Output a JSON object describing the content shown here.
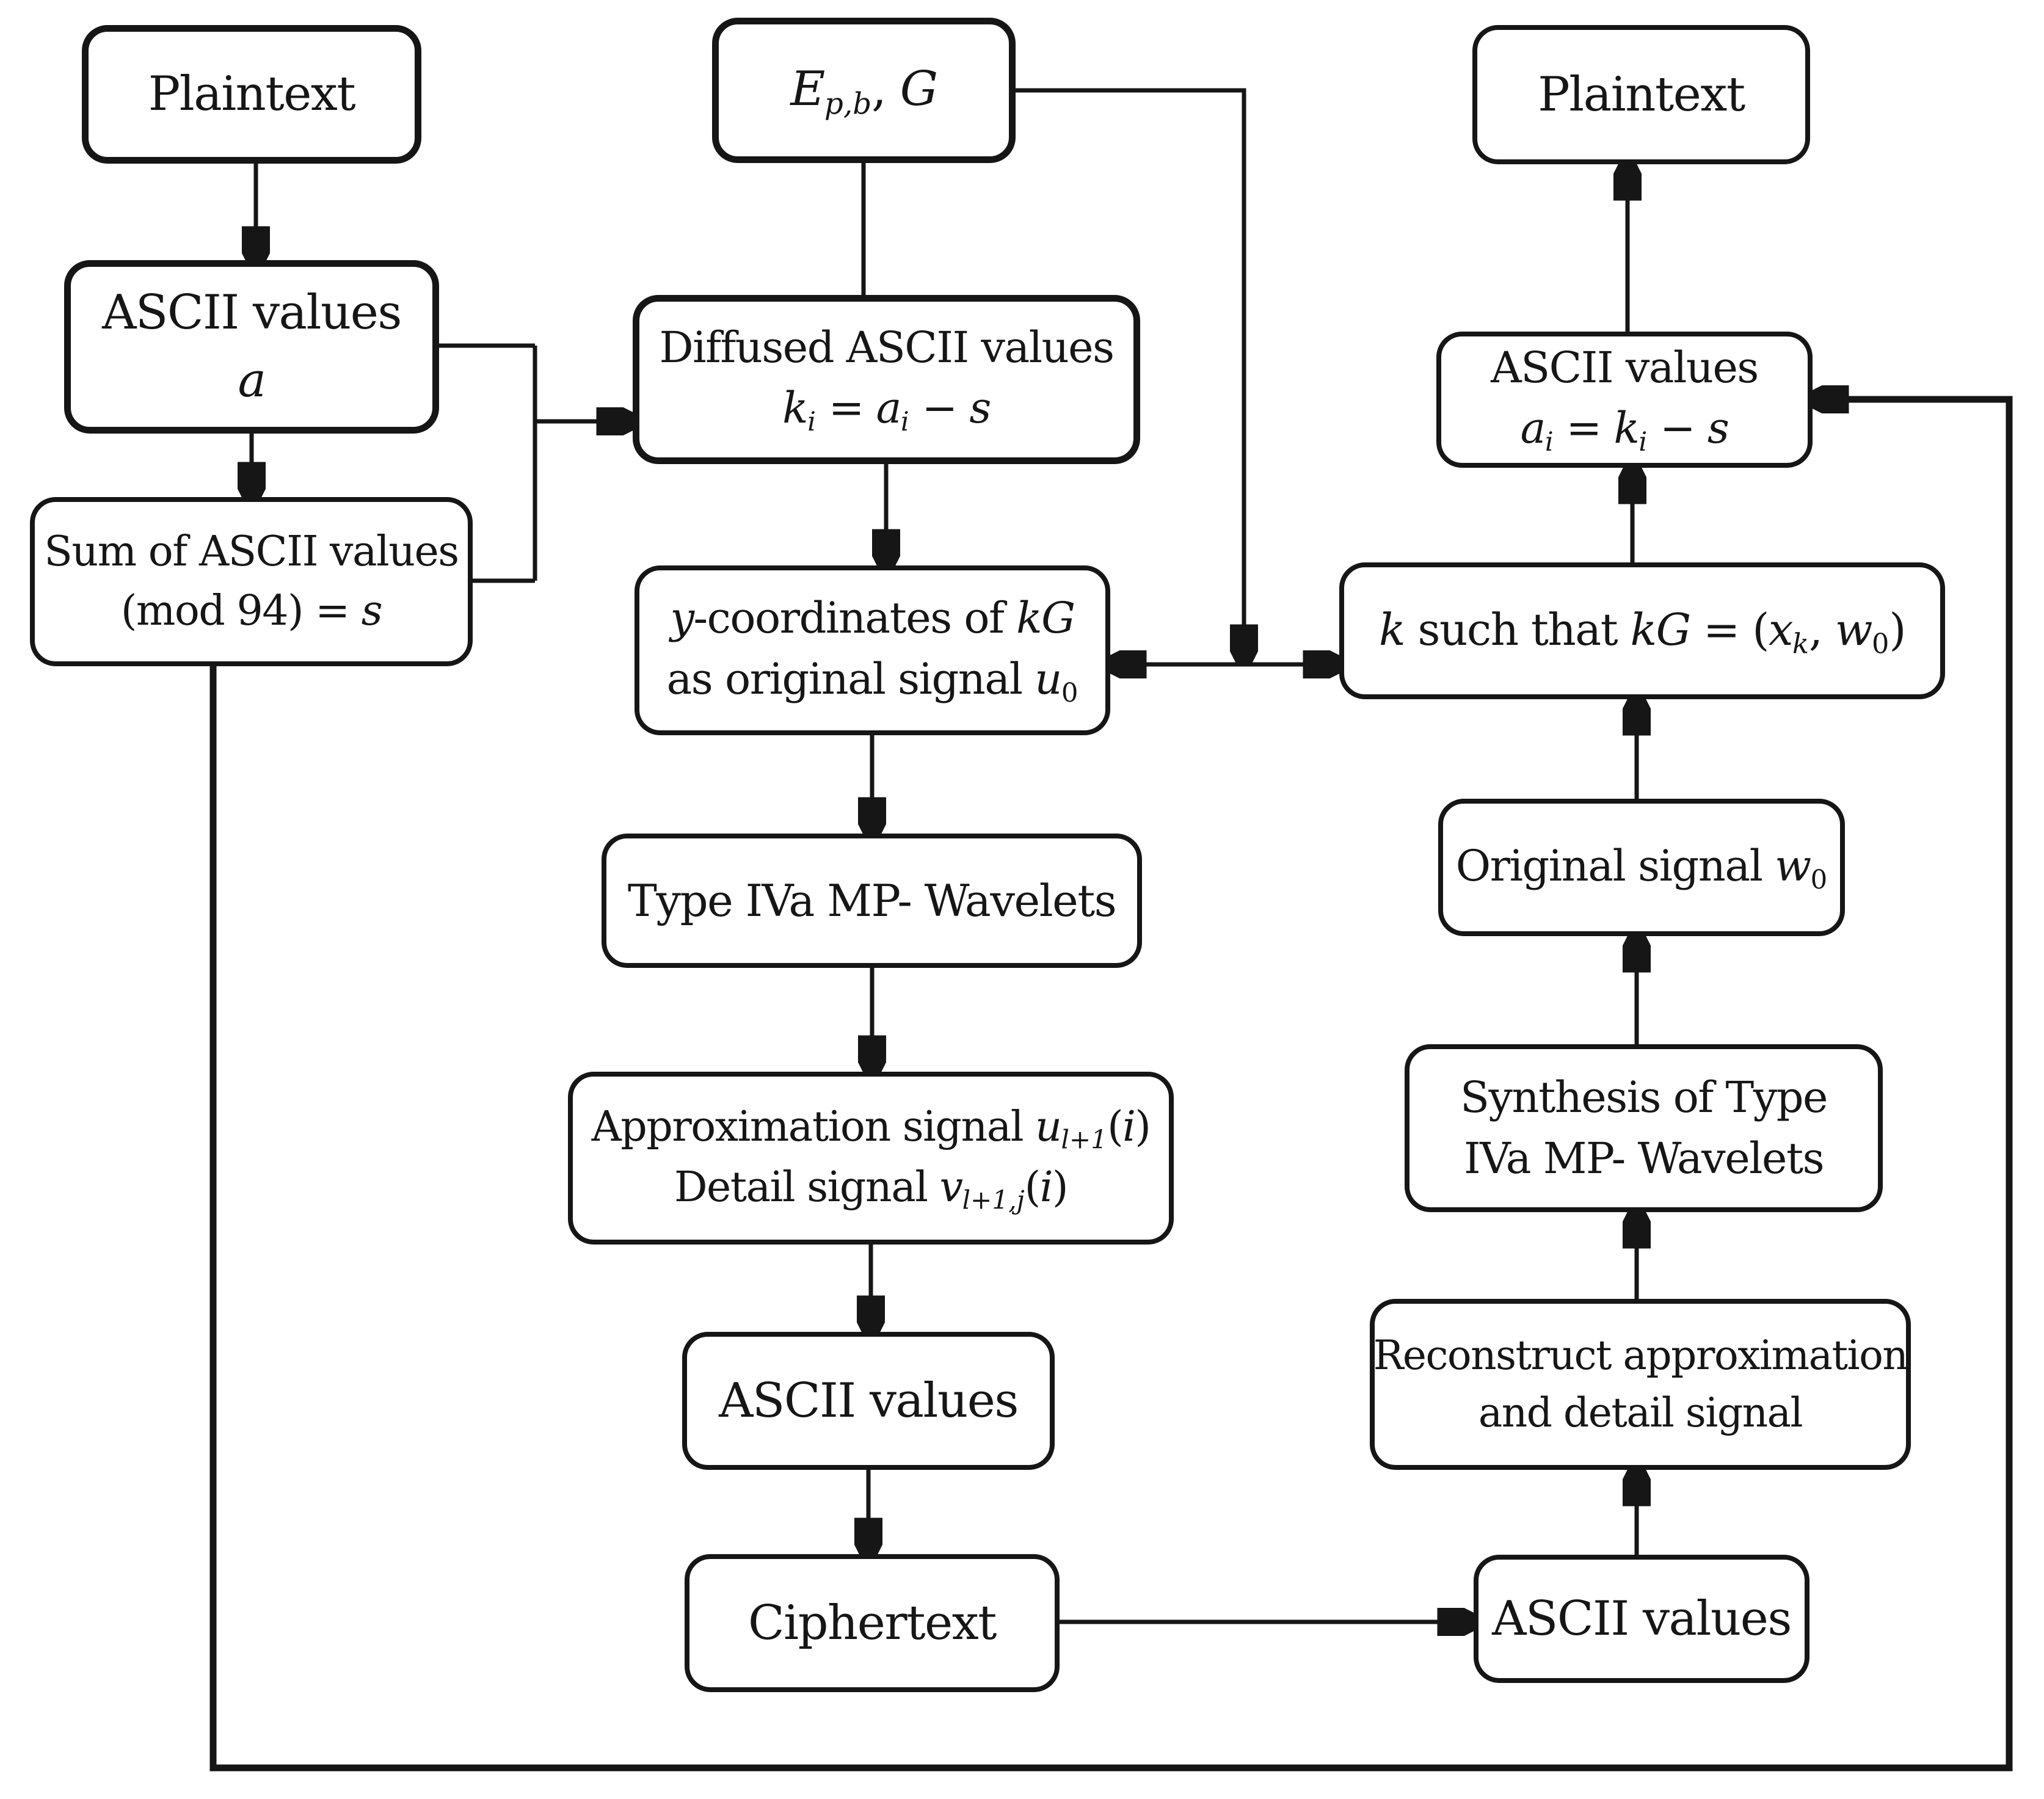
{
  "figure": {
    "background": "#ffffff",
    "ink": "#161616",
    "description": "Flowchart of elliptic-curve / Type IVa MP-wavelet encryption and decryption"
  },
  "nodes": {
    "plaintext_left": {
      "lines": [
        [
          {
            "t": "Plaintext"
          }
        ]
      ]
    },
    "ascii_values_a": {
      "lines": [
        [
          {
            "t": "ASCII values"
          }
        ],
        [
          {
            "t": "a",
            "s": "i"
          }
        ]
      ]
    },
    "sum_of_ascii": {
      "lines": [
        [
          {
            "t": "Sum of ASCII values"
          }
        ],
        [
          {
            "t": "(mod  94) = "
          },
          {
            "t": "s",
            "s": "i"
          }
        ]
      ]
    },
    "e_params": {
      "lines": [
        [
          {
            "t": "E",
            "s": "i"
          },
          {
            "t": "p,b",
            "s": "isub"
          },
          {
            "t": ", "
          },
          {
            "t": "G",
            "s": "i"
          }
        ]
      ]
    },
    "diffused": {
      "lines": [
        [
          {
            "t": "Diffused ASCII values"
          }
        ],
        [
          {
            "t": "k",
            "s": "i"
          },
          {
            "t": "i",
            "s": "isub"
          },
          {
            "t": " = "
          },
          {
            "t": "a",
            "s": "i"
          },
          {
            "t": "i",
            "s": "isub"
          },
          {
            "t": " − "
          },
          {
            "t": "s",
            "s": "i"
          }
        ]
      ]
    },
    "ycoords": {
      "lines": [
        [
          {
            "t": "y",
            "s": "i"
          },
          {
            "t": "-coordinates of "
          },
          {
            "t": "kG",
            "s": "i"
          }
        ],
        [
          {
            "t": "as original signal "
          },
          {
            "t": "u",
            "s": "i"
          },
          {
            "t": "0",
            "s": "sub"
          }
        ]
      ]
    },
    "type_iva": {
      "lines": [
        [
          {
            "t": "Type IVa MP- Wavelets"
          }
        ]
      ]
    },
    "approx_detail": {
      "lines": [
        [
          {
            "t": "Approximation signal "
          },
          {
            "t": "u",
            "s": "i"
          },
          {
            "t": "l+1",
            "s": "isub"
          },
          {
            "t": "("
          },
          {
            "t": "i",
            "s": "i"
          },
          {
            "t": ")"
          }
        ],
        [
          {
            "t": "Detail signal "
          },
          {
            "t": "v",
            "s": "i"
          },
          {
            "t": "l+1,j",
            "s": "isub"
          },
          {
            "t": "("
          },
          {
            "t": "i",
            "s": "i"
          },
          {
            "t": ")"
          }
        ]
      ]
    },
    "ascii_mid": {
      "lines": [
        [
          {
            "t": "ASCII values"
          }
        ]
      ]
    },
    "ciphertext": {
      "lines": [
        [
          {
            "t": "Ciphertext"
          }
        ]
      ]
    },
    "plaintext_right": {
      "lines": [
        [
          {
            "t": "Plaintext"
          }
        ]
      ]
    },
    "ascii_right_top": {
      "lines": [
        [
          {
            "t": "ASCII values"
          }
        ],
        [
          {
            "t": "a",
            "s": "i"
          },
          {
            "t": "i",
            "s": "isub"
          },
          {
            "t": " = "
          },
          {
            "t": "k",
            "s": "i"
          },
          {
            "t": "i",
            "s": "isub"
          },
          {
            "t": " − "
          },
          {
            "t": "s",
            "s": "i"
          }
        ]
      ]
    },
    "k_such_that": {
      "lines": [
        [
          {
            "t": "k",
            "s": "i"
          },
          {
            "t": " such that "
          },
          {
            "t": "kG",
            "s": "i"
          },
          {
            "t": " = ("
          },
          {
            "t": "x",
            "s": "i"
          },
          {
            "t": "k",
            "s": "isub"
          },
          {
            "t": ", "
          },
          {
            "t": "w",
            "s": "i"
          },
          {
            "t": "0",
            "s": "sub"
          },
          {
            "t": ")"
          }
        ]
      ]
    },
    "original_signal": {
      "lines": [
        [
          {
            "t": "Original signal "
          },
          {
            "t": "w",
            "s": "i"
          },
          {
            "t": "0",
            "s": "sub"
          }
        ]
      ]
    },
    "synthesis": {
      "lines": [
        [
          {
            "t": "Synthesis of Type"
          }
        ],
        [
          {
            "t": "IVa MP- Wavelets"
          }
        ]
      ]
    },
    "reconstruct": {
      "lines": [
        [
          {
            "t": "Reconstruct approximation"
          }
        ],
        [
          {
            "t": "and detail signal"
          }
        ]
      ]
    },
    "ascii_right_bottom": {
      "lines": [
        [
          {
            "t": "ASCII values"
          }
        ]
      ]
    }
  },
  "edges": [
    {
      "from": "plaintext_left",
      "to": "ascii_values_a",
      "type": "arrow"
    },
    {
      "from": "ascii_values_a",
      "to": "sum_of_ascii",
      "type": "arrow"
    },
    {
      "from": "ascii_values_a",
      "to": "diffused",
      "type": "arrow",
      "via": "merge-elbow"
    },
    {
      "from": "sum_of_ascii",
      "to": "diffused",
      "type": "arrow",
      "via": "merge-elbow"
    },
    {
      "from": "e_params",
      "to": "diffused",
      "type": "line"
    },
    {
      "from": "e_params",
      "to": "ycoords-k_such_that-connector",
      "type": "arrow",
      "via": "right-elbow"
    },
    {
      "from": "ycoords",
      "to": "k_such_that",
      "type": "double-arrow"
    },
    {
      "from": "diffused",
      "to": "ycoords",
      "type": "arrow"
    },
    {
      "from": "ycoords",
      "to": "type_iva",
      "type": "arrow"
    },
    {
      "from": "type_iva",
      "to": "approx_detail",
      "type": "arrow"
    },
    {
      "from": "approx_detail",
      "to": "ascii_mid",
      "type": "arrow"
    },
    {
      "from": "ascii_mid",
      "to": "ciphertext",
      "type": "arrow"
    },
    {
      "from": "ciphertext",
      "to": "ascii_right_bottom",
      "type": "arrow"
    },
    {
      "from": "ascii_right_bottom",
      "to": "reconstruct",
      "type": "arrow"
    },
    {
      "from": "reconstruct",
      "to": "synthesis",
      "type": "arrow"
    },
    {
      "from": "synthesis",
      "to": "original_signal",
      "type": "arrow"
    },
    {
      "from": "original_signal",
      "to": "k_such_that",
      "type": "arrow"
    },
    {
      "from": "k_such_that",
      "to": "ascii_right_top",
      "type": "arrow"
    },
    {
      "from": "ascii_right_top",
      "to": "plaintext_right",
      "type": "arrow"
    },
    {
      "from": "sum_of_ascii",
      "to": "ascii_right_top",
      "type": "arrow",
      "via": "bottom-right-feedback-loop"
    }
  ]
}
